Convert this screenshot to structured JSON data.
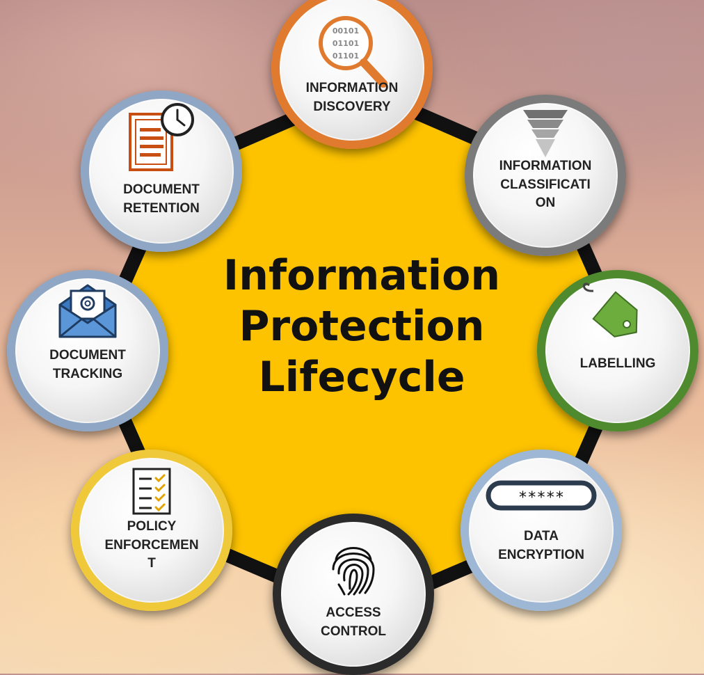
{
  "center": {
    "line1": "Information",
    "line2": "Protection",
    "line3": "Lifecycle"
  },
  "nodes": [
    {
      "id": "information-discovery",
      "lines": [
        "INFORMATION",
        "DISCOVERY"
      ],
      "icon": "magnifier-binary-icon",
      "icon_text": [
        "00101",
        "01101",
        "01101"
      ],
      "border_color": "#e07a2e"
    },
    {
      "id": "information-classification",
      "lines": [
        "INFORMATION",
        "CLASSIFICATI",
        "ON"
      ],
      "icon": "funnel-layers-icon",
      "border_color": "#7b7b7b"
    },
    {
      "id": "labelling",
      "lines": [
        "LABELLING"
      ],
      "icon": "tag-icon",
      "border_color": "#4f8a2f"
    },
    {
      "id": "data-encryption",
      "lines": [
        "DATA",
        "ENCRYPTION"
      ],
      "icon": "password-field-icon",
      "icon_text": "*****",
      "border_color": "#9db7d4"
    },
    {
      "id": "access-control",
      "lines": [
        "ACCESS",
        "CONTROL"
      ],
      "icon": "fingerprint-icon",
      "border_color": "#2b2b2b"
    },
    {
      "id": "policy-enforcement",
      "lines": [
        "POLICY",
        "ENFORCEMEN",
        "T"
      ],
      "icon": "checklist-icon",
      "border_color": "#f0c93a"
    },
    {
      "id": "document-tracking",
      "lines": [
        "DOCUMENT",
        "TRACKING"
      ],
      "icon": "email-envelope-icon",
      "border_color": "#8fa7c4"
    },
    {
      "id": "document-retention",
      "lines": [
        "DOCUMENT",
        "RETENTION"
      ],
      "icon": "document-clock-icon",
      "border_color": "#8fa7c4"
    }
  ],
  "colors": {
    "hub_fill": "#fdc300",
    "ring_stroke": "#111111",
    "icon_orange": "#e07a2e",
    "icon_blue": "#3a78c2",
    "icon_green": "#6cad3e",
    "icon_gold": "#e3a300"
  }
}
